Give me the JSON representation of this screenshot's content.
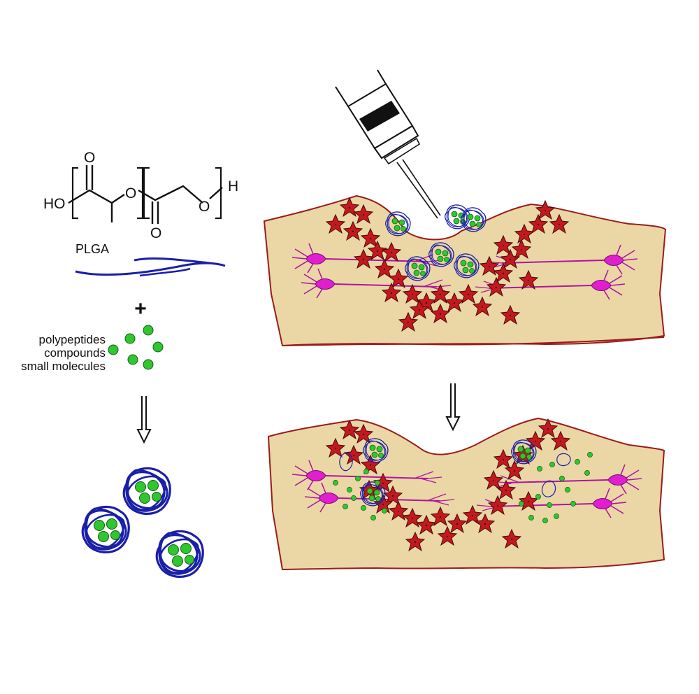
{
  "chemistry": {
    "ho": "HO",
    "o_top_carbonyl": "O",
    "o_ester": "O",
    "o_bottom_carbonyl": "O",
    "o_end": "O",
    "h_end": "H"
  },
  "labels": {
    "plga": "PLGA",
    "plus": "+",
    "cargo": [
      "polypeptides",
      "compounds",
      "small molecules"
    ]
  },
  "colors": {
    "polymer": "#1a1fa8",
    "cargo": "#2fc62f",
    "tissue": "#ead7a5",
    "tissue_edge": "#9b1b1b",
    "astrocyte": "#c4181f",
    "neuron": "#e01fd0"
  },
  "icons": {
    "syringe": "syringe-icon",
    "arrow": "down-arrow-icon",
    "astrocyte": "star-cell-icon",
    "neuron": "neuron-icon"
  }
}
